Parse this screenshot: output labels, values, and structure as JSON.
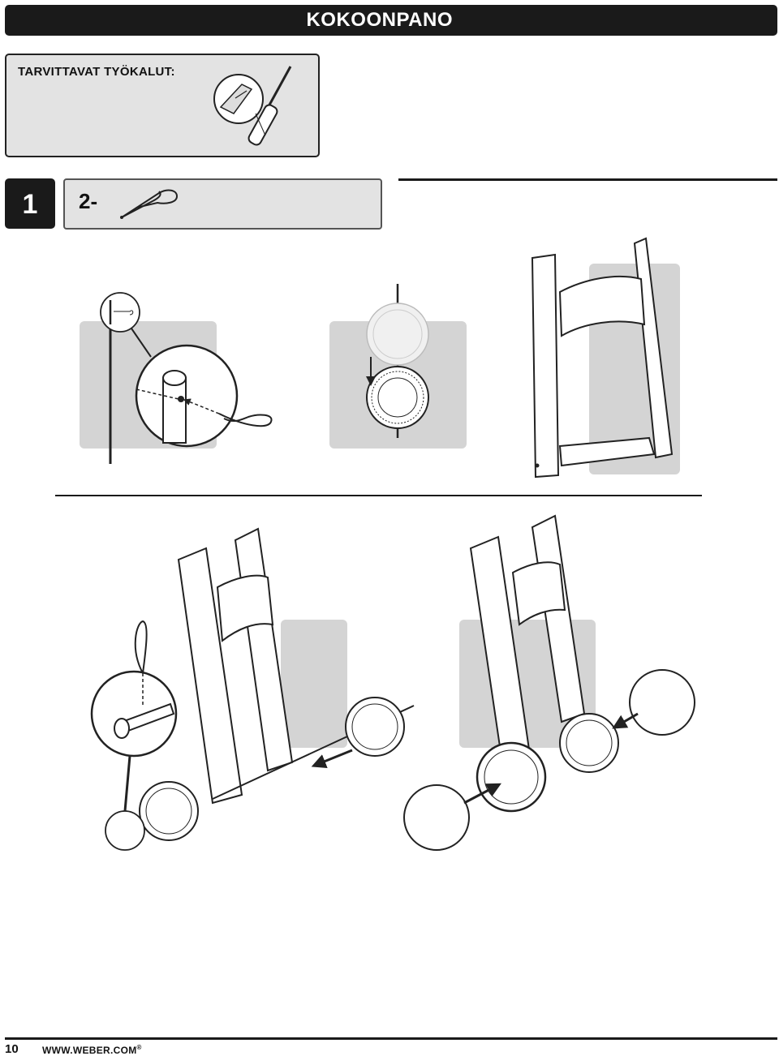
{
  "header": {
    "title": "KOKOONPANO"
  },
  "tools": {
    "label": "TARVITTAVAT TYÖKALUT:",
    "icon": "screwdriver-icon"
  },
  "step": {
    "number": "1",
    "parts": {
      "quantity": "2-",
      "icon": "hairpin-cotter-pin-icon"
    }
  },
  "footer": {
    "page_number": "10",
    "url": "WWW.WEBER.COM",
    "trademark": "®"
  },
  "colors": {
    "dark": "#1a1a1a",
    "panel": "#e3e3e3",
    "shade": "#d4d4d4"
  }
}
